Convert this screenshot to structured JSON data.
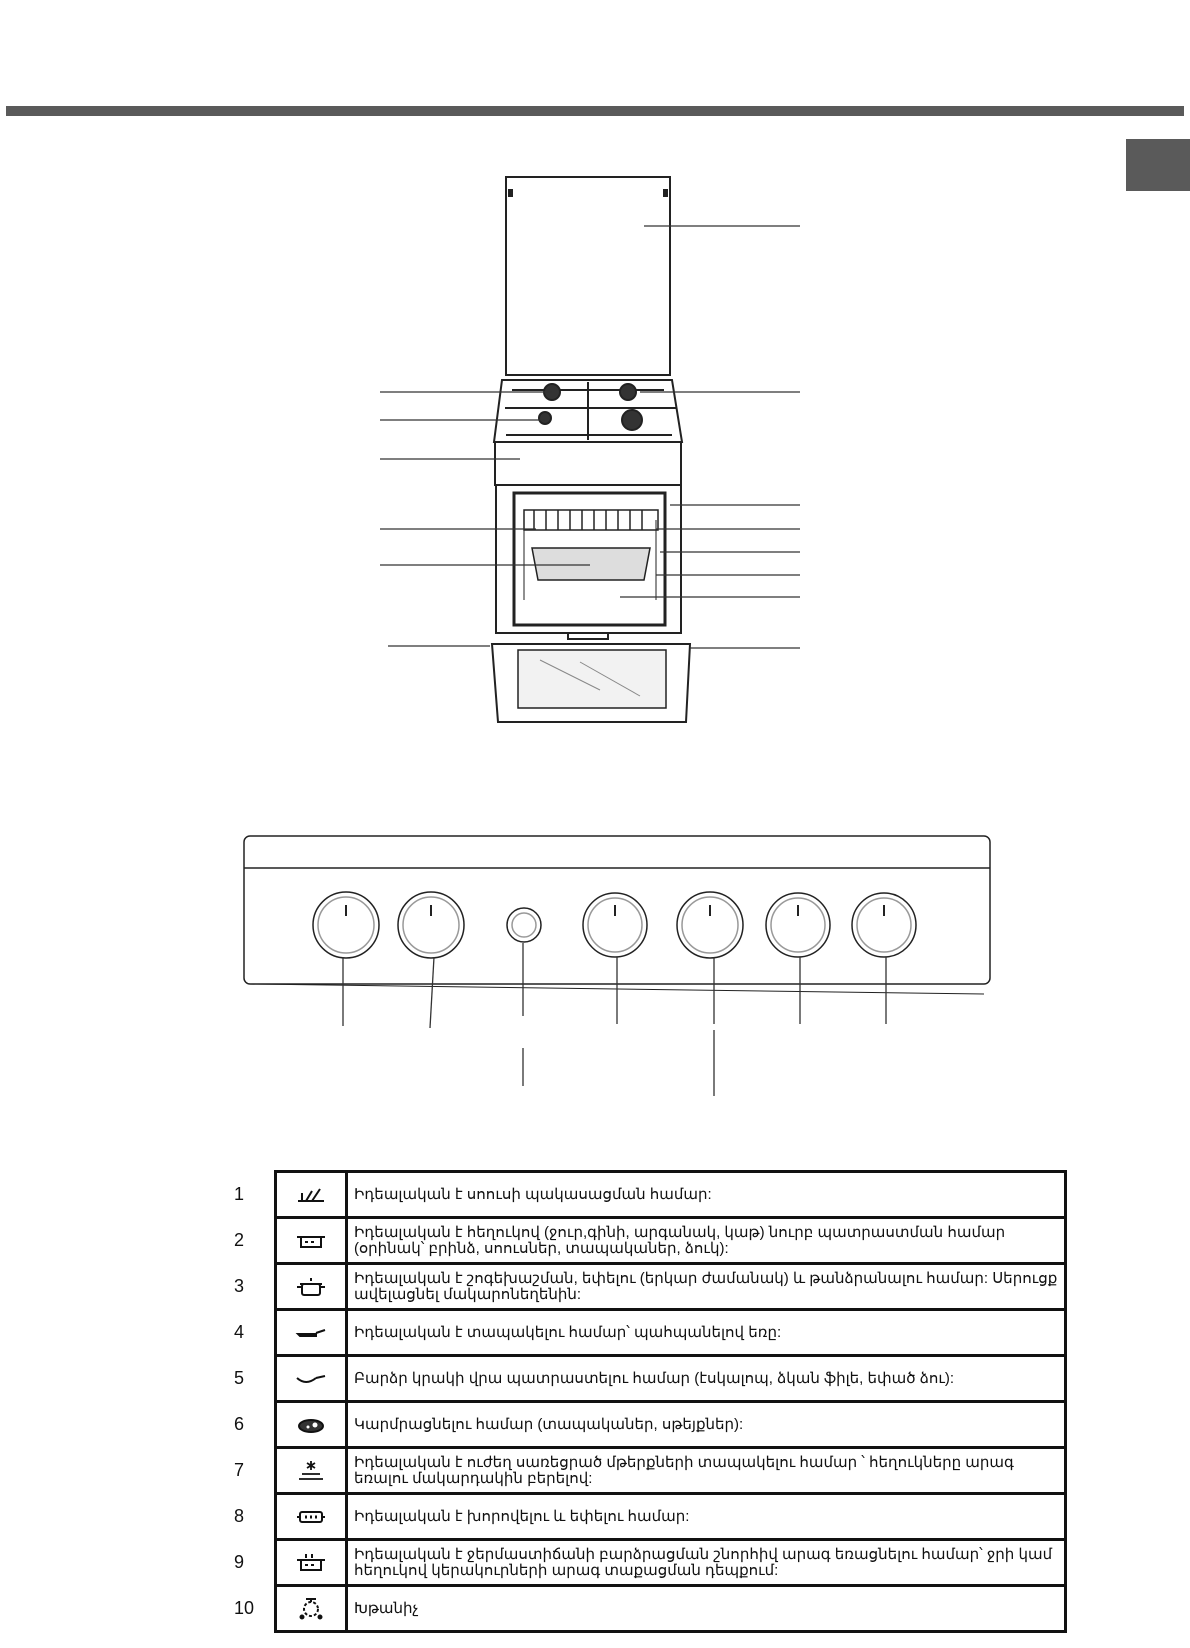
{
  "legend": {
    "rows": [
      {
        "num": "1",
        "icon": "defrost-icon",
        "text": "Իդեալական է սոուսի պակասացման համար:"
      },
      {
        "num": "2",
        "icon": "simmer-pot-icon",
        "text": "Իդեալական է հեղուկով (ջուր,գինի, արգանակ, կաթ) նուրբ պատրաստման համար (օրինակ՝ բրինձ, սոուսներ, տապականեր, ձուկ):"
      },
      {
        "num": "3",
        "icon": "covered-pot-icon",
        "text": "Իդեալական է շոգեխաշման, եփելու (երկար ժամանակ) և թանձրանալու համար: Սերուցք ավելացնել մակարոնեղենին:"
      },
      {
        "num": "4",
        "icon": "frying-pan-low-icon",
        "text": "Իդեալական է տապակելու համար՝ պահպանելով եռը:"
      },
      {
        "num": "5",
        "icon": "frying-pan-icon",
        "text": "Բարձր կրակի վրա պատրաստելու համար (էսկալոպ, ձկան ֆիլե, եփած ձու):"
      },
      {
        "num": "6",
        "icon": "steak-icon",
        "text": "Կարմրացնելու համար (տապականեր, սթեյքներ):"
      },
      {
        "num": "7",
        "icon": "frozen-food-icon",
        "text": "Իդեալական է ուժեղ սառեցրած մթերքների տապակելու համար ՝ հեղուկները արագ եռալու մակարդակին բերելով:"
      },
      {
        "num": "8",
        "icon": "boil-icon",
        "text": "Իդեալական է խորովելու և եփելու համար:"
      },
      {
        "num": "9",
        "icon": "rapid-boil-icon",
        "text": "Իդեալական է ջերմաստիճանի բարձրացման շնորհիվ արագ եռացնելու համար՝ ջրի կամ հեղուկով կերակուրների արագ տաքացման դեպքում:"
      },
      {
        "num": "10",
        "icon": "timer-icon",
        "text": "Խթանիչ"
      }
    ]
  }
}
